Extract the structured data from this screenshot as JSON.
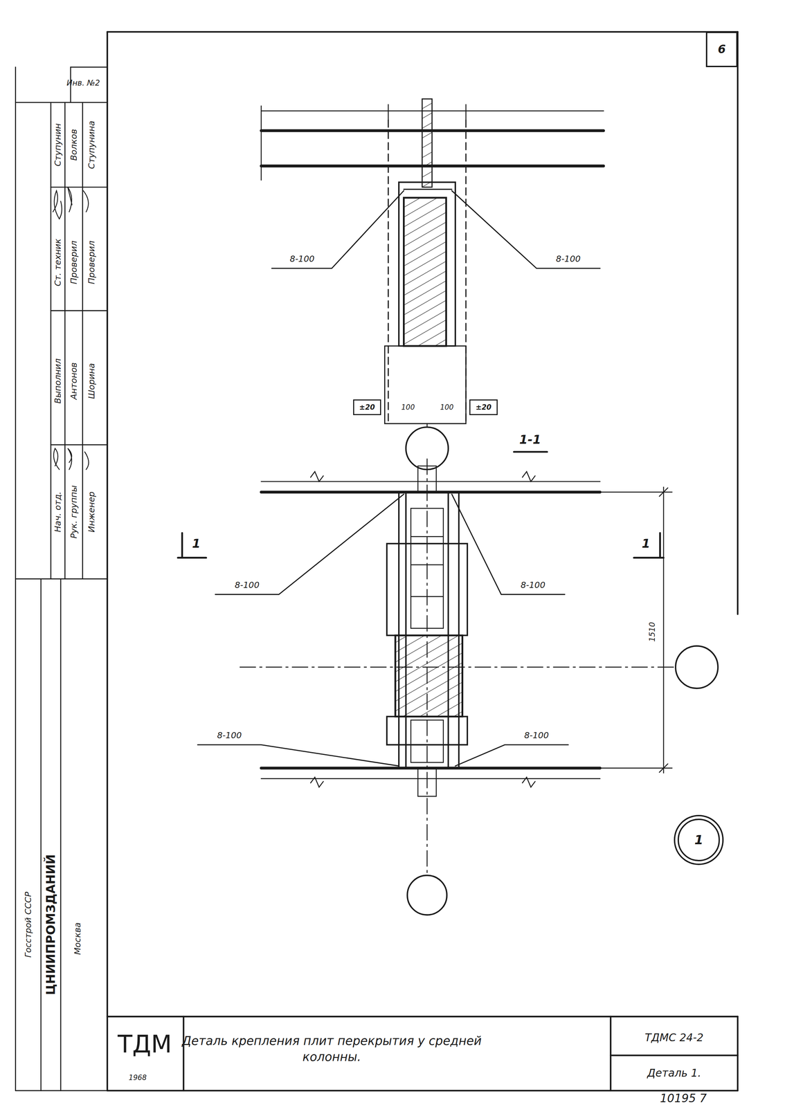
{
  "diagram": {
    "title": "Деталь крепления плит перекрытия у средней колонны.",
    "nodes": [
      {
        "text": [
          "6"
        ]
      },
      {
        "text": [
          "±20"
        ]
      },
      {
        "text": [
          "±20"
        ]
      },
      {
        "text": [
          "1"
        ]
      }
    ],
    "labels": [
      "Инв. №2",
      "Ступунин",
      "Волков",
      "Ступунина",
      "Ст. техник",
      "Проверил",
      "Проверил",
      "Выполнил",
      "Антонов",
      "Шорина",
      "Нач. отд.",
      "Рук. группы",
      "Инженер",
      "Госстрой СССР",
      "ЦНИИПРОМЗДАНИЙ",
      "Москва",
      "8-100",
      "8-100",
      "100",
      "100",
      "1-1",
      "1",
      "1",
      "8-100",
      "8-100",
      "8-100",
      "8-100",
      "1510",
      "ТДМ",
      "1968",
      "ТДМС 24-2",
      "Деталь 1.",
      "10195 7"
    ]
  }
}
